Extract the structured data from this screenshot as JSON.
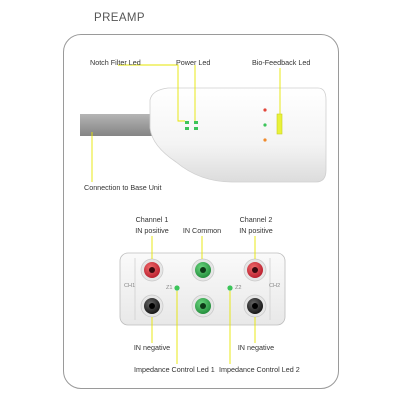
{
  "title": "PREAMP",
  "labels": {
    "notch_filter_led": "Notch Filter Led",
    "power_led": "Power Led",
    "bio_feedback_led": "Bio-Feedback Led",
    "connection_to_base_unit": "Connection to Base Unit",
    "channel_1": "Channel 1",
    "channel_1_in_positive": "IN positive",
    "in_common": "IN Common",
    "channel_2": "Channel 2",
    "channel_2_in_positive": "IN positive",
    "channel_1_in_negative": "IN negative",
    "channel_2_in_negative": "IN negative",
    "impedance_led_1": "Impedance Control Led 1",
    "impedance_led_2": "Impedance Control Led  2",
    "panel_ch1": "CH1",
    "panel_z1": "Z1",
    "panel_z2": "Z2",
    "panel_ch2": "CH2"
  },
  "colors": {
    "connector_red": "#d7263d",
    "connector_green": "#2faa4a",
    "connector_black": "#222222",
    "led_green": "#3cc45a",
    "led_red": "#e2463a",
    "led_orange": "#f08a2c",
    "bio_feedback_bar": "#e9f23a",
    "callout_yellow": "#e6e600"
  }
}
